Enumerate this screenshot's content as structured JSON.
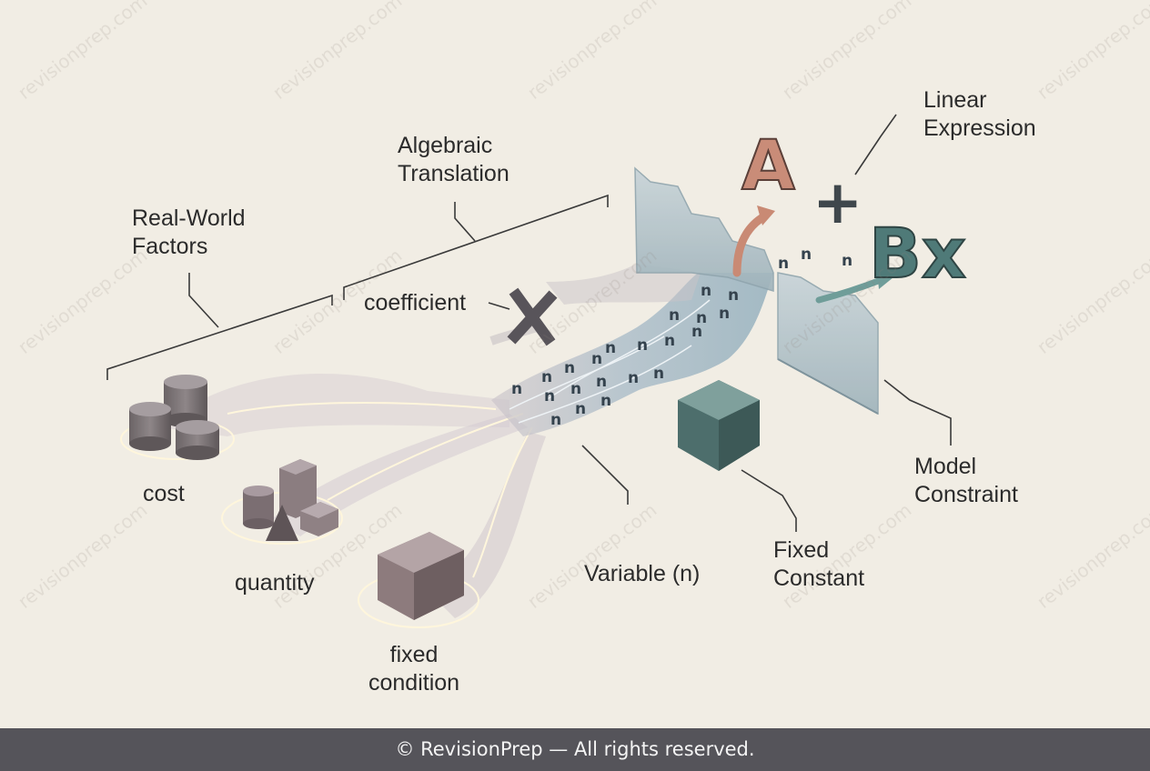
{
  "labels": {
    "real_world_factors": [
      "Real-World",
      "Factors"
    ],
    "algebraic_translation": [
      "Algebraic",
      "Translation"
    ],
    "linear_expression": [
      "Linear",
      "Expression"
    ],
    "coefficient": "coefficient",
    "cost": "cost",
    "quantity": "quantity",
    "fixed_condition": [
      "fixed",
      "condition"
    ],
    "variable": "Variable (n)",
    "fixed_constant": [
      "Fixed",
      "Constant"
    ],
    "model_constraint": [
      "Model",
      "Constraint"
    ]
  },
  "expression": {
    "a": "A",
    "plus": "+",
    "bx": "Bx",
    "times": "×"
  },
  "variable_glyph": "n",
  "watermark": "revisionprep.com",
  "footer": "© RevisionPrep — All rights reserved.",
  "colors": {
    "background": "#f1ede4",
    "a_letter": "#c98c78",
    "bx_letter": "#4f7a78",
    "cube_constant": "#4d6e6c",
    "cube_condition": "#8d7b7d",
    "flow": "#a9bcc7",
    "footer_bar": "#55545a"
  }
}
